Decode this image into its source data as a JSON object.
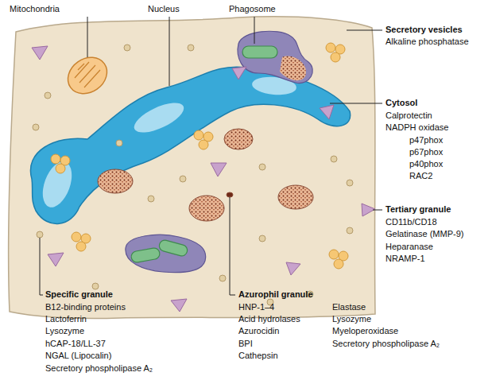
{
  "diagram": {
    "labels": [
      "Mitochondria",
      "Nucleus",
      "Phagosome",
      "Secretory vesicles",
      "Alkaline phosphatase",
      "Cytosol",
      "Calprotectin",
      "NADPH oxidase",
      "p47phox",
      "p67phox",
      "p40phox",
      "RAC2",
      "Tertiary granule",
      "CD11b/CD18",
      "Gelatinase (MMP-9)",
      "Heparanase",
      "NRAMP-1",
      "Specific granule",
      "B12-binding proteins",
      "Lactoferrin",
      "Lysozyme",
      "hCAP-18/LL-37",
      "NGAL (Lipocalin)",
      "Secretory phospholipase A₂",
      "Azurophil granule",
      "HNP-1–4",
      "Acid hydrolases",
      "Azurocidin",
      "BPI",
      "Cathepsin",
      "Elastase",
      "Lysozyme",
      "Myeloperoxidase",
      "Secretory phospholipase A₂"
    ]
  }
}
